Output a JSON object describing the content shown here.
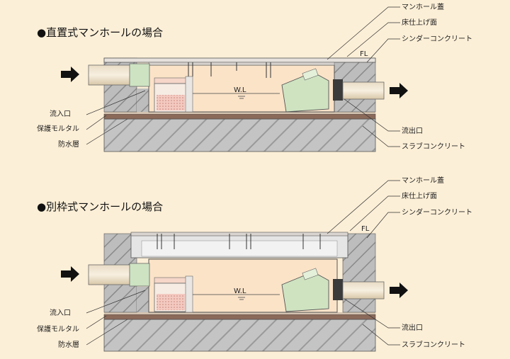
{
  "diagrams": [
    {
      "title": "●直置式マンホールの場合",
      "labels": {
        "manhole_cover": "マンホール蓋",
        "floor_finish": "床仕上げ面",
        "cinder_concrete": "シンダーコンクリート",
        "inlet": "流入口",
        "protective_mortar": "保護モルタル",
        "waterproof_layer": "防水層",
        "outlet": "流出口",
        "slab_concrete": "スラブコンクリート",
        "fl": "FL",
        "wl": "W.L"
      }
    },
    {
      "title": "●別枠式マンホールの場合",
      "labels": {
        "manhole_cover": "マンホール蓋",
        "floor_finish": "床仕上げ面",
        "cinder_concrete": "シンダーコンクリート",
        "inlet": "流入口",
        "protective_mortar": "保護モルタル",
        "waterproof_layer": "防水層",
        "outlet": "流出口",
        "slab_concrete": "スラブコンクリート",
        "fl": "FL",
        "wl": "W.L"
      }
    }
  ]
}
